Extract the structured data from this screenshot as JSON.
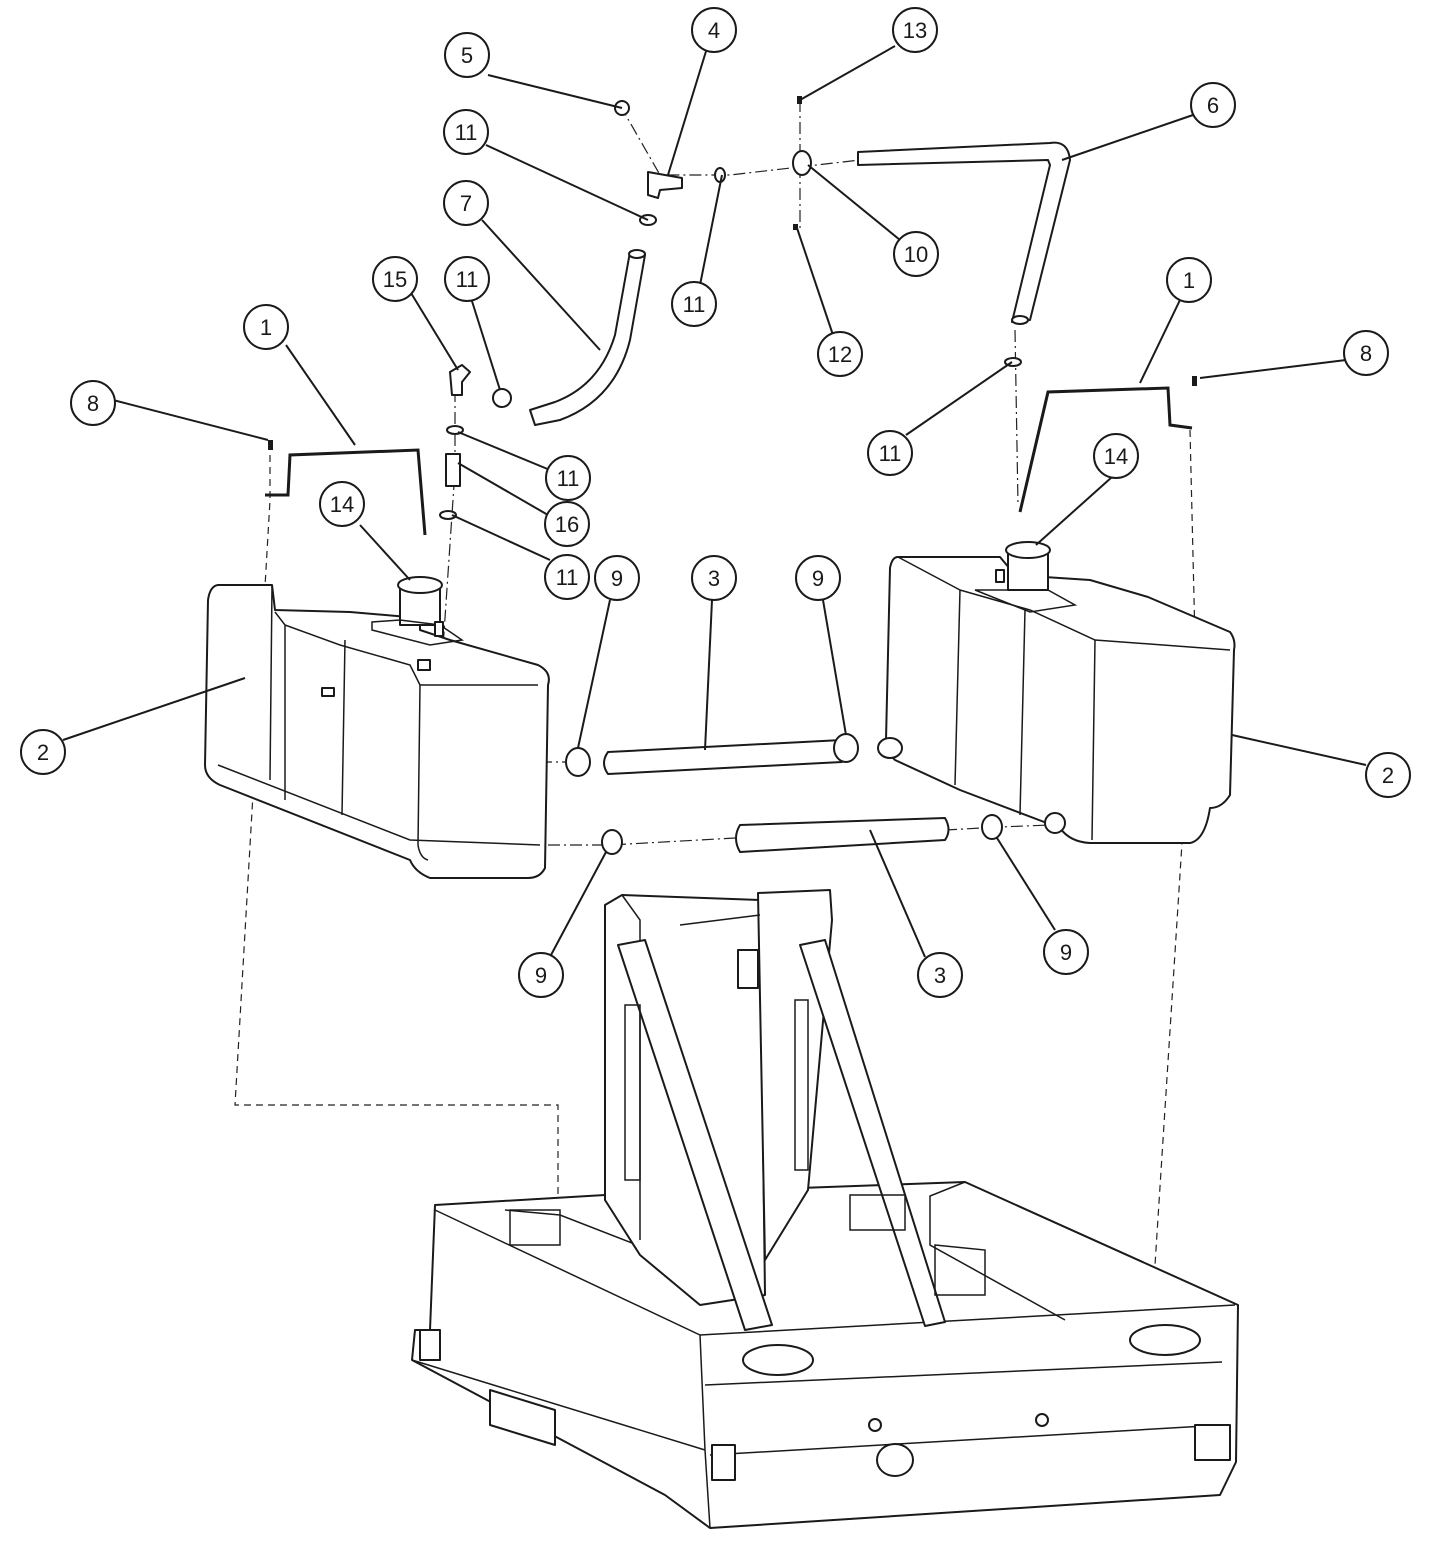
{
  "callouts": [
    {
      "id": "c1",
      "label": "5"
    },
    {
      "id": "c2",
      "label": "4"
    },
    {
      "id": "c3",
      "label": "13"
    },
    {
      "id": "c4",
      "label": "6"
    },
    {
      "id": "c5",
      "label": "11"
    },
    {
      "id": "c6",
      "label": "7"
    },
    {
      "id": "c7",
      "label": "10"
    },
    {
      "id": "c8",
      "label": "15"
    },
    {
      "id": "c9",
      "label": "11"
    },
    {
      "id": "c10",
      "label": "11"
    },
    {
      "id": "c11",
      "label": "12"
    },
    {
      "id": "c12",
      "label": "1"
    },
    {
      "id": "c13",
      "label": "1"
    },
    {
      "id": "c14",
      "label": "8"
    },
    {
      "id": "c15",
      "label": "8"
    },
    {
      "id": "c16",
      "label": "11"
    },
    {
      "id": "c17",
      "label": "11"
    },
    {
      "id": "c18",
      "label": "14"
    },
    {
      "id": "c19",
      "label": "16"
    },
    {
      "id": "c20",
      "label": "14"
    },
    {
      "id": "c21",
      "label": "11"
    },
    {
      "id": "c22",
      "label": "9"
    },
    {
      "id": "c23",
      "label": "3"
    },
    {
      "id": "c24",
      "label": "9"
    },
    {
      "id": "c25",
      "label": "2"
    },
    {
      "id": "c26",
      "label": "2"
    },
    {
      "id": "c27",
      "label": "9"
    },
    {
      "id": "c28",
      "label": "3"
    },
    {
      "id": "c29",
      "label": "9"
    }
  ]
}
